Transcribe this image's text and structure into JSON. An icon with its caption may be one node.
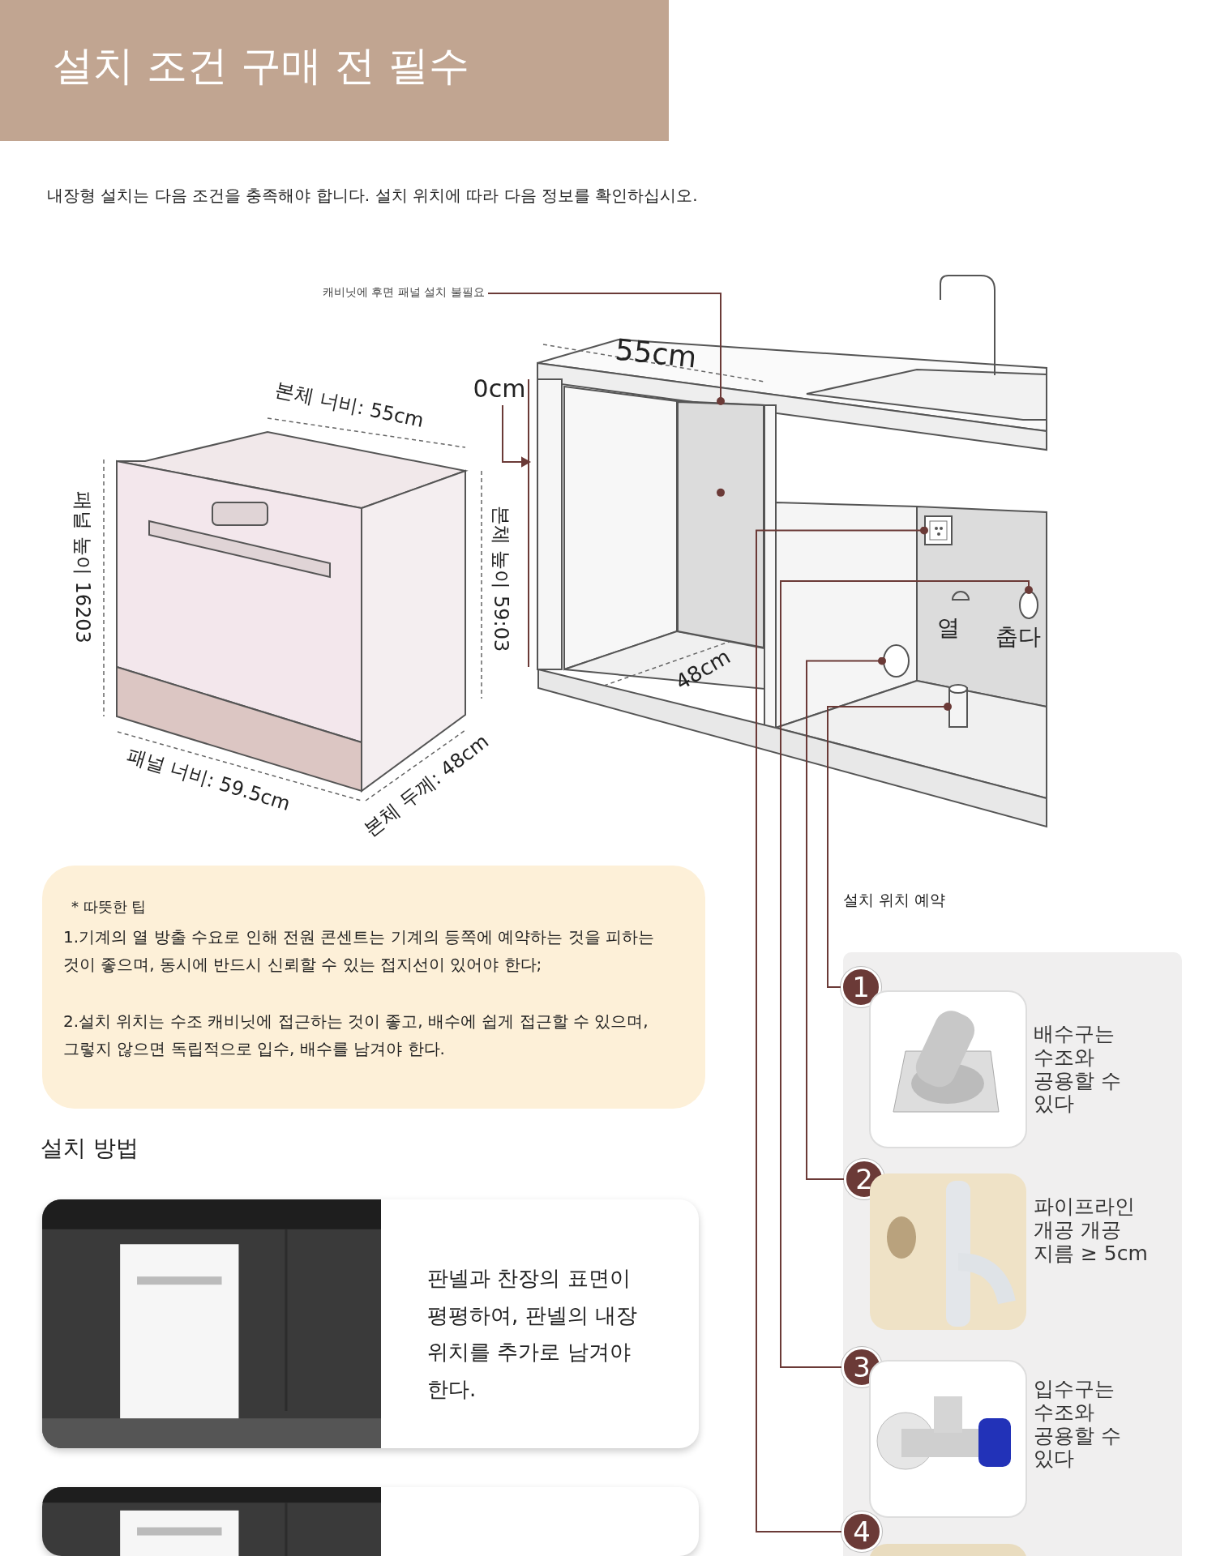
{
  "diagram": {
    "title": "설치 조건 구매 전 필수",
    "nodes": [
      {
        "text": [
          "캐비닛에 후면 패널 설치 불필요"
        ]
      },
      {
        "text": [],
        "shape": "box"
      },
      {
        "text": [],
        "shape": "picture"
      },
      {
        "text": [],
        "shape": "circle"
      },
      {
        "text": [],
        "shape": "circle"
      },
      {
        "text": [],
        "shape": "cylinder"
      },
      {
        "text": [
          "* 따뜻한 팁",
          "1.기계의 열 방출 수요로 인해 전원 콘센트는 기계의 등쪽에 예약하는 것을 피하는 것이 좋으며, 동시에 반드시 신뢰할 수 있는 접지선이 있어야 한다;",
          "2.설치 위치는 수조 캐비닛에 접근하는 것이 좋고, 배수에 쉽게 접근할 수 있으며, 그렇지 않으면 독립적으로 입수, 배수를 남겨야 한다."
        ]
      },
      {
        "text": [
          "1"
        ]
      },
      {
        "text": [
          "배수구는 수조와 공용할 수 있다"
        ]
      },
      {
        "text": [
          "판넬과 찬장의 표면이 평평하여, 판넬의 내장 위치를 추가로 남겨야 한다."
        ]
      },
      {
        "text": [
          "2"
        ]
      },
      {
        "text": [
          "파이프라인 개공 개공 지름 ≥ 5cm"
        ]
      },
      {
        "text": [
          "3"
        ]
      },
      {
        "text": [
          "입수구는 수조와 공용할 수 있다"
        ]
      },
      {
        "text": [],
        "shape": "box"
      },
      {
        "text": [
          "4"
        ]
      }
    ],
    "edges": [
      {
        "from": 0,
        "to": 1,
        "arrow": "other"
      },
      {
        "from": 7,
        "to": 5,
        "arrow": "other"
      },
      {
        "from": 10,
        "to": 4,
        "arrow": "other"
      },
      {
        "from": 12,
        "to": 3,
        "arrow": "other"
      },
      {
        "from": 15,
        "to": 2,
        "arrow": "other"
      }
    ],
    "labels": [
      "내장형 설치는 다음 조건을 충족해야 합니다. 설치 위치에 따라 다음 정보를 확인하십시오.",
      "0cm",
      "55cm",
      "본체 너비: 55cm",
      "패널 높이 16203",
      "본체 높이 59:03",
      "열",
      "춥다",
      "48cm",
      "패널 너비: 59.5cm",
      "본체 두께: 48cm",
      "설치 위치 예약",
      "설치 방법"
    ]
  }
}
